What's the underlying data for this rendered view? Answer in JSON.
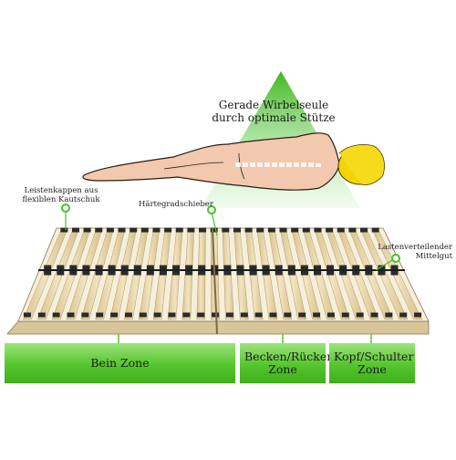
{
  "headline": "Gerade Wirbelseule\ndurch optimale Stütze",
  "headline_lines": [
    "Gerade Wirbelseule",
    "durch optimale Stütze"
  ],
  "callouts": {
    "caps": [
      "Leistenkappen aus",
      "flexiblen Kautschuk"
    ],
    "slider": "Härtegradschieber",
    "distributor": [
      "Lastenverteilender",
      "Mittelgut"
    ]
  },
  "zones": [
    {
      "label": "Bein Zone"
    },
    {
      "label": "Becken/Rücken Zone"
    },
    {
      "label": "Kopf/Schulter Zone"
    }
  ],
  "colors": {
    "accent_green": "#4cbf28",
    "slat_wood": "#e7d6a9",
    "cap_black": "#2a2a2a",
    "skin": "#f3c9b0",
    "hair": "#f2d600"
  },
  "slat_counts": {
    "per_half": 15,
    "total": 28
  }
}
